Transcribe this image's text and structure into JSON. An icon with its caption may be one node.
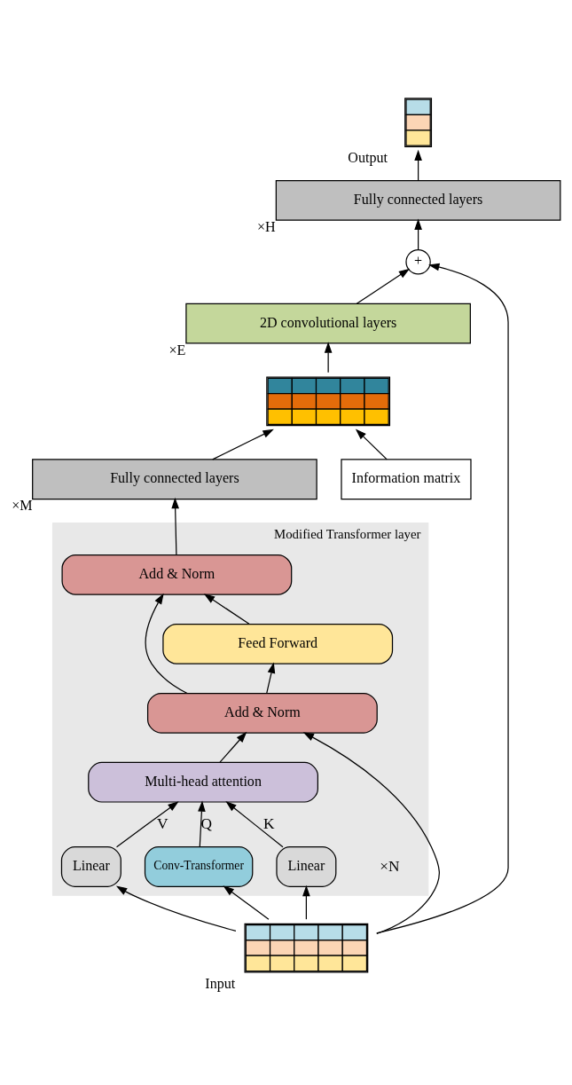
{
  "diagram": {
    "nodes": [
      {
        "text": [],
        "shape": "picture",
        "beside": [
          "Output"
        ]
      },
      {
        "text": [
          "Fully connected layers"
        ],
        "beside": [
          "×H"
        ]
      },
      {
        "text": [
          "+"
        ]
      },
      {
        "text": [
          "2D convolutional layers"
        ],
        "beside": [
          "×E"
        ]
      },
      {
        "text": [
          "Information matrix"
        ]
      },
      {
        "text": [],
        "shape": "picture"
      },
      {
        "text": [
          "Fully connected layers"
        ],
        "beside": [
          "×M"
        ]
      },
      {
        "text": [
          "Modified Transformer layer"
        ],
        "beside": [
          "×N"
        ]
      },
      {
        "text": [
          "Add & Norm"
        ],
        "in": 7
      },
      {
        "text": [
          "Feed Forward"
        ],
        "in": 7
      },
      {
        "text": [
          "Add & Norm"
        ],
        "in": 7
      },
      {
        "text": [
          "Multi-head attention"
        ],
        "in": 7
      },
      {
        "text": [
          "Conv-Transformer"
        ],
        "in": 7
      },
      {
        "text": [
          "Linear"
        ],
        "in": 7
      },
      {
        "text": [
          "Linear"
        ],
        "in": 7
      },
      {
        "text": [],
        "shape": "picture",
        "beside": [
          "Input"
        ]
      }
    ],
    "edges": [
      {
        "from": 1,
        "to": 0,
        "arrow": "to"
      },
      {
        "from": 2,
        "to": 1,
        "arrow": "to"
      },
      {
        "from": 3,
        "to": 2,
        "arrow": "to"
      },
      {
        "from": 5,
        "to": 3,
        "arrow": "to"
      },
      {
        "from": 4,
        "to": 5,
        "arrow": "to"
      },
      {
        "from": 6,
        "to": 5,
        "arrow": "to"
      },
      {
        "from": 8,
        "to": 6,
        "arrow": "to"
      },
      {
        "from": 9,
        "to": 8,
        "arrow": "to"
      },
      {
        "from": 10,
        "to": 9,
        "arrow": "to"
      },
      {
        "from": 10,
        "to": 8,
        "arrow": "to"
      },
      {
        "from": 11,
        "to": 10,
        "arrow": "to"
      },
      {
        "from": 12,
        "to": 11,
        "arrow": "to",
        "label": "Q"
      },
      {
        "from": 13,
        "to": 11,
        "arrow": "to",
        "label": "K"
      },
      {
        "from": 14,
        "to": 11,
        "arrow": "to",
        "label": "V"
      },
      {
        "from": 15,
        "to": 12,
        "arrow": "to"
      },
      {
        "from": 15,
        "to": 13,
        "arrow": "to"
      },
      {
        "from": 15,
        "to": 14,
        "arrow": "to"
      },
      {
        "from": 15,
        "to": 10,
        "arrow": "to"
      },
      {
        "from": 15,
        "to": 2,
        "arrow": "to"
      }
    ]
  }
}
